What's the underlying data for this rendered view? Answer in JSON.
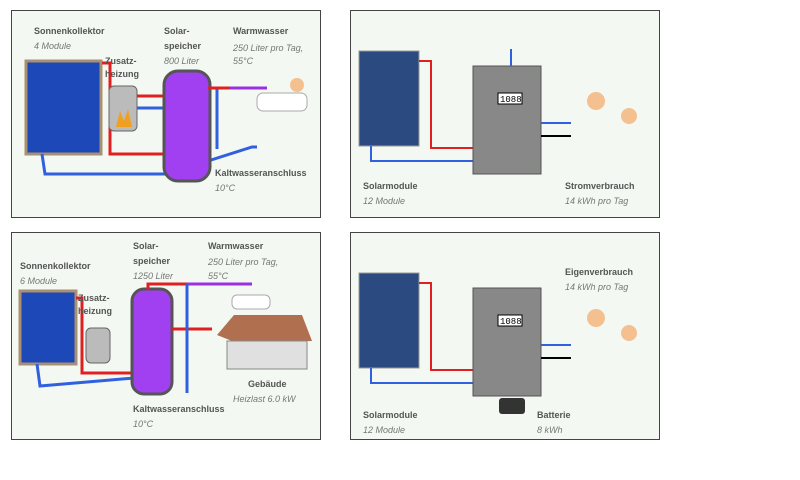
{
  "panels": [
    {
      "collector": "Sonnenkollektor",
      "collector_sub": "4 Module",
      "aux1": "Zusatz-",
      "aux2": "heizung",
      "tank1": "Solar-",
      "tank2": "speicher",
      "tank_sub": "800 Liter",
      "hw": "Warmwasser",
      "hw_sub1": "250 Liter pro Tag,",
      "hw_sub2": "55°C",
      "cold": "Kaltwasseranschluss",
      "cold_sub": "10°C"
    },
    {
      "modules": "Solarmodule",
      "modules_sub": "12 Module",
      "meter": "1088",
      "load": "Stromverbrauch",
      "load_sub": "14 kWh pro Tag"
    },
    {
      "collector": "Sonnenkollektor",
      "collector_sub": "6 Module",
      "aux1": "Zusatz-",
      "aux2": "heizung",
      "tank1": "Solar-",
      "tank2": "speicher",
      "tank_sub": "1250 Liter",
      "hw": "Warmwasser",
      "hw_sub1": "250 Liter pro Tag,",
      "hw_sub2": "55°C",
      "cold": "Kaltwasseranschluss",
      "cold_sub": "10°C",
      "building": "Gebäude",
      "building_sub": "Heizlast 6.0 kW"
    },
    {
      "modules": "Solarmodule",
      "modules_sub": "12 Module",
      "meter": "1088",
      "load": "Eigenverbrauch",
      "load_sub": "14 kWh pro Tag",
      "battery": "Batterie",
      "battery_sub": "8 kWh"
    }
  ],
  "colors": {
    "hot": "#e02020",
    "cold": "#3060e0",
    "tank": "#9a30e0",
    "panel_bg": "#f3f8f2"
  }
}
